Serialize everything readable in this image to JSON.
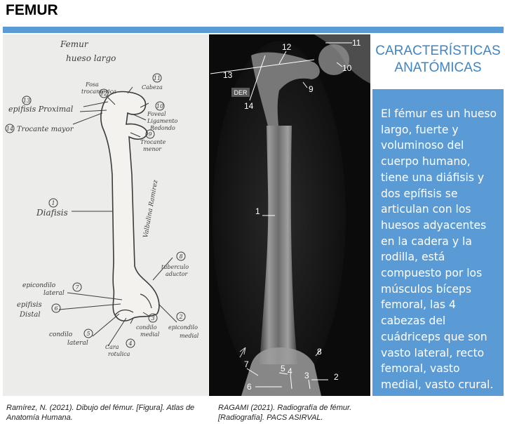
{
  "title": "FEMUR",
  "panel": {
    "heading_line1": "CARACTERÍSTICAS",
    "heading_line2": "ANATÓMICAS",
    "body": "El fémur es un hueso largo, fuerte y voluminoso del cuerpo humano, tiene una diáfisis y dos epífisis se articulan con los huesos adyacentes en la cadera y la rodilla, está compuesto por los músculos bíceps femoral, las 4 cabezas del cuádriceps que son vasto lateral, recto femoral, vasto medial, vasto crural."
  },
  "sketch": {
    "title_line1": "Femur",
    "title_line2": "hueso largo",
    "labels": {
      "fosa": "Fosa",
      "trocanterica": "trocanterica",
      "cabeza": "Cabeza",
      "epifisis_proximal": "epifisis Proximal",
      "trocanter_mayor": "Trocante mayor",
      "fovea": "Foveal",
      "ligamento": "Ligamento",
      "redondo": "Redondo",
      "trocante": "Trocante",
      "menor": "menor",
      "diafisis": "Diafisis",
      "signature": "Valbulina Ramirez",
      "tuberculo": "tuberculo",
      "aductor": "aductor",
      "epicondilo": "epicondilo",
      "lateral": "lateral",
      "epifisis": "epifisis",
      "distal": "Distal",
      "condilo": "condilo",
      "condilo_lateral": "lateral",
      "condilo_medial": "condilo",
      "medial": "medial",
      "epicondilo_m": "epicondilo",
      "medial_m": "medial",
      "cara": "Cara",
      "rotulica": "rotulica"
    },
    "numbers": [
      "13",
      "14",
      "12",
      "11",
      "10",
      "9",
      "1",
      "8",
      "7",
      "6",
      "5",
      "4",
      "3",
      "2"
    ]
  },
  "xray": {
    "tag": "DER",
    "labels": [
      "11",
      "12",
      "10",
      "13",
      "9",
      "14",
      "1",
      "8",
      "7",
      "5",
      "4",
      "3",
      "2",
      "6"
    ]
  },
  "captions": {
    "left": "Ramírez, N. (2021). Dibujo del fémur. [Figura]. Atlas de Anatomía Humana.",
    "right": "RAGAMI (2021). Radiografía de fémur. [Radiografía]. PACS ASIRVAL."
  }
}
